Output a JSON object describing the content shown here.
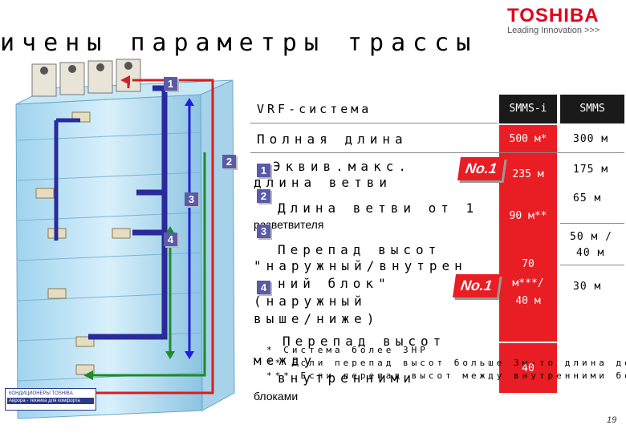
{
  "title": "ичены параметры трассы",
  "brand": {
    "name": "TOSHIBA",
    "tagline": "Leading Innovation >>>"
  },
  "badges": [
    "1",
    "2",
    "3",
    "4"
  ],
  "table": {
    "header": {
      "label": "VRF-система",
      "col1": "SMMS-i",
      "col2": "SMMS"
    },
    "rows": [
      {
        "label": "Полная длина",
        "col1": "500 м*",
        "col2": "300 м"
      },
      {
        "label": "Эквив.макс.",
        "label2": "длина ветви",
        "col1": "235 м",
        "col2": "175 м"
      },
      {
        "label": "Длина ветви от 1",
        "label2": "разветвителя",
        "col1": "90 м**",
        "col2": "65 м"
      },
      {
        "label": "Перепад высот",
        "label2": "\"наружный/внутрен",
        "label3": "ний блок\"",
        "label4": "(наружный",
        "label5": "выше/ниже)",
        "col1": "70",
        "col1b": "м***/",
        "col1c": "40 м",
        "col2": "50 м /",
        "col2b": "40 м"
      },
      {
        "label": "Перепад высот",
        "label2": "между",
        "label3": "внутренними",
        "label4": "блоками",
        "col1": "40",
        "col2": "30 м"
      }
    ]
  },
  "no1_label": "No.1",
  "footnotes": [
    "* Система более 3НР",
    "** Если перепад высот больше 3м-то длина до",
    "*** Если перепад высот между внутренними бо"
  ],
  "page_number": "19",
  "footer_logo": {
    "line1": "КОНДИЦИОНЕРЫ TOSHIBA",
    "line2": "Аврора - техника для комфорта"
  },
  "colors": {
    "badge": "#5a5aa8",
    "value_bg": "#e81e24",
    "header_bg": "#1a1a1a",
    "pipe_red": "#d81e1e",
    "pipe_green": "#1e8a2a",
    "pipe_blue": "#1e1edc",
    "pipe_purple": "#3a2a8a"
  }
}
